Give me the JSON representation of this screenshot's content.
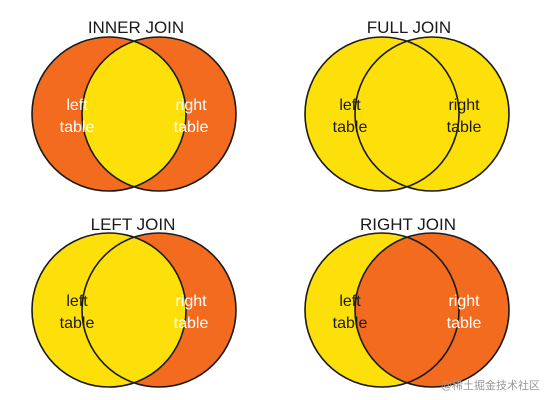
{
  "colors": {
    "yellow": "#fde00a",
    "orange": "#f26b1f",
    "outline": "#1a1a1a",
    "title": "#1a1a1a",
    "label_on_yellow": "#1a1a1a",
    "label_on_orange": "#ffffff",
    "watermark": "#999999"
  },
  "panels": [
    {
      "title": "INNER JOIN",
      "left_label": [
        "left",
        "table"
      ],
      "right_label": [
        "right",
        "table"
      ],
      "left_only": "orange",
      "overlap": "yellow",
      "right_only": "orange"
    },
    {
      "title": "FULL JOIN",
      "left_label": [
        "left",
        "table"
      ],
      "right_label": [
        "right",
        "table"
      ],
      "left_only": "yellow",
      "overlap": "yellow",
      "right_only": "yellow"
    },
    {
      "title": "LEFT JOIN",
      "left_label": [
        "left",
        "table"
      ],
      "right_label": [
        "right",
        "table"
      ],
      "left_only": "yellow",
      "overlap": "yellow",
      "right_only": "orange"
    },
    {
      "title": "RIGHT JOIN",
      "left_label": [
        "left",
        "table"
      ],
      "right_label": [
        "right",
        "table"
      ],
      "left_only": "yellow",
      "overlap": "orange",
      "right_only": "orange"
    }
  ],
  "watermark": "@稀土掘金技术社区"
}
